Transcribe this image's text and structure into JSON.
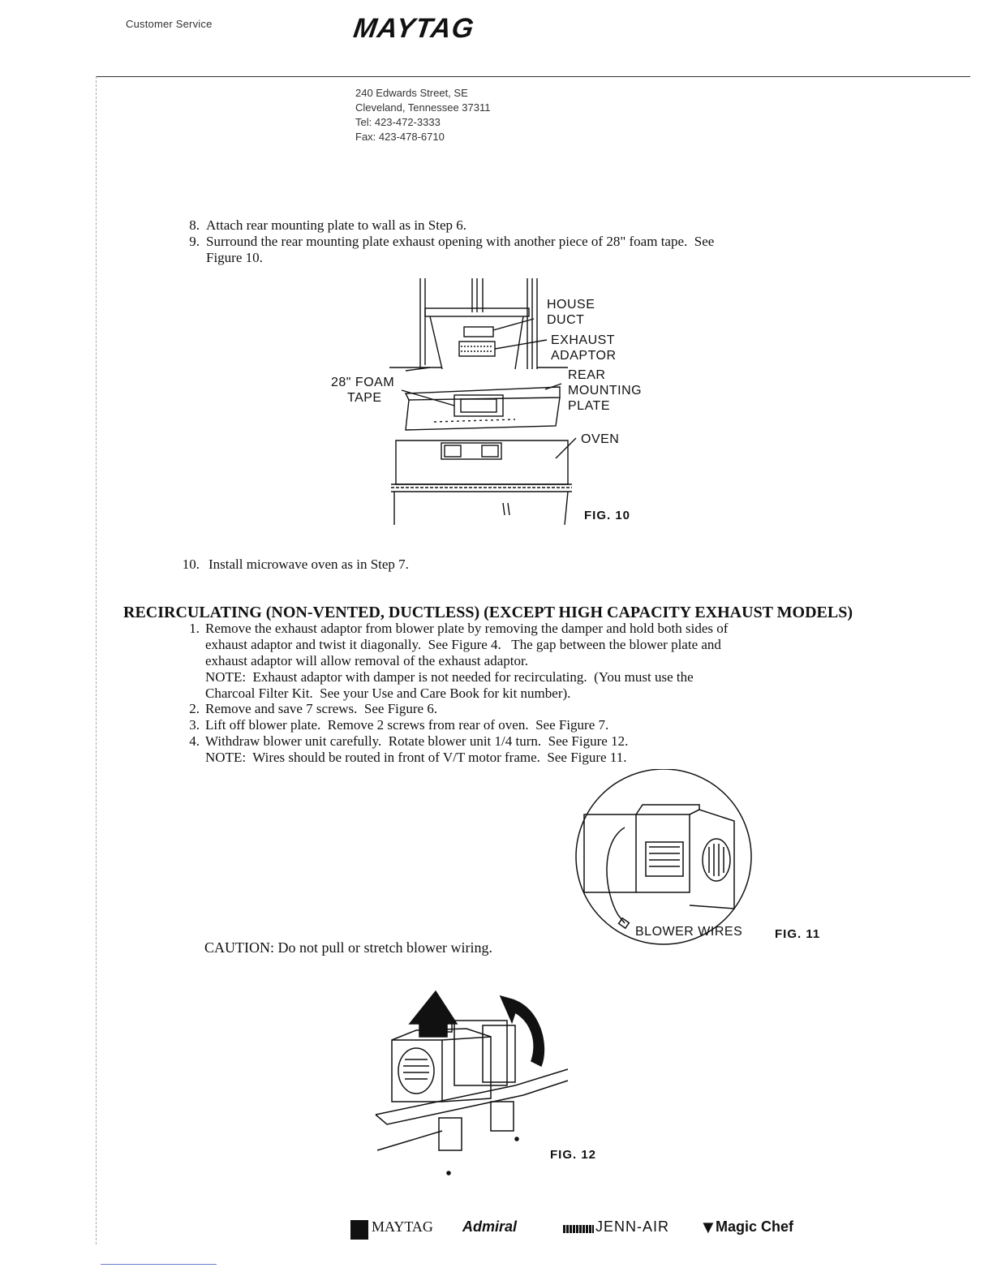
{
  "header": {
    "service": "Customer Service",
    "logo": "MAYTAG",
    "address": [
      "240 Edwards Street, SE",
      "Cleveland, Tennessee 37311",
      "Tel: 423-472-3333",
      "Fax: 423-478-6710"
    ]
  },
  "steps_a": [
    {
      "num": "8.",
      "text": "Attach rear mounting plate to wall as in Step 6."
    },
    {
      "num": "9.",
      "text": "Surround the rear mounting plate exhaust opening with another piece of 28\" foam tape.  See",
      "cont": "Figure 10."
    }
  ],
  "fig10": {
    "label": "FIG. 10",
    "callouts": {
      "house": "HOUSE",
      "duct": "DUCT",
      "exhaust": "EXHAUST",
      "adaptor": "ADAPTOR",
      "rear": "REAR",
      "mounting": "MOUNTING",
      "plate": "PLATE",
      "oven": "OVEN",
      "foam1": "28\" FOAM",
      "foam2": "TAPE"
    }
  },
  "step10": {
    "num": "10.",
    "text": "Install microwave oven as in Step 7."
  },
  "heading": "RECIRCULATING (NON-VENTED, DUCTLESS)  (EXCEPT HIGH CAPACITY EXHAUST MODELS)",
  "steps_b": {
    "s1_num": "1.",
    "s1_lines": [
      "Remove the exhaust adaptor from blower plate by removing the damper and hold both sides of",
      "exhaust adaptor and twist it diagonally.  See Figure 4.   The gap between the blower plate and",
      "exhaust adaptor will allow removal of the exhaust adaptor.",
      "NOTE:  Exhaust adaptor with damper is not needed for recirculating.  (You must use the",
      "Charcoal Filter Kit.  See your Use and Care Book for kit number)."
    ],
    "s2_num": "2.",
    "s2": "Remove and save 7 screws.  See Figure 6.",
    "s3_num": "3.",
    "s3": "Lift off blower plate.  Remove 2 screws from rear of oven.  See Figure 7.",
    "s4_num": "4.",
    "s4": "Withdraw blower unit carefully.  Rotate blower unit 1/4 turn.  See Figure 12.",
    "s4_note": "NOTE:  Wires should be routed in front of V/T motor frame.  See Figure 11."
  },
  "fig11": {
    "label": "FIG. 11",
    "callout": "BLOWER WIRES"
  },
  "caution": "CAUTION:  Do not pull or stretch blower wiring.",
  "fig12": {
    "label": "FIG. 12"
  },
  "footer": {
    "maytag": "MAYTAG",
    "admiral": "Admiral",
    "jennair": "JENN-AIR",
    "magicchef": "Magic Chef"
  }
}
